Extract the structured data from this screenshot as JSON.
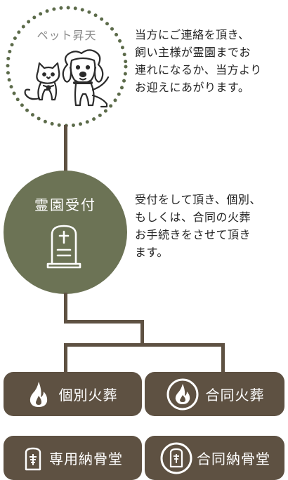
{
  "step1": {
    "title": "ペット昇天",
    "description_lines": [
      "当方にご連絡を頂き、",
      "飼い主様が霊園までお",
      "連れになるか、当方より",
      "お迎えにあがります。"
    ],
    "icon": "cat-and-dog-icon"
  },
  "step2": {
    "title": "霊園受付",
    "description_lines": [
      "受付をして頂き、個別、",
      "もしくは、合同の火葬",
      "お手続きをさせて頂き",
      "ます。"
    ],
    "icon": "tombstone-icon"
  },
  "options": {
    "individual_cremation": "個別火葬",
    "joint_cremation": "合同火葬",
    "private_ossuary": "専用納骨堂",
    "joint_ossuary": "合同納骨堂"
  },
  "colors": {
    "brown": "#5e5142",
    "olive": "#6c7355",
    "dots": "#5c6b4a"
  }
}
